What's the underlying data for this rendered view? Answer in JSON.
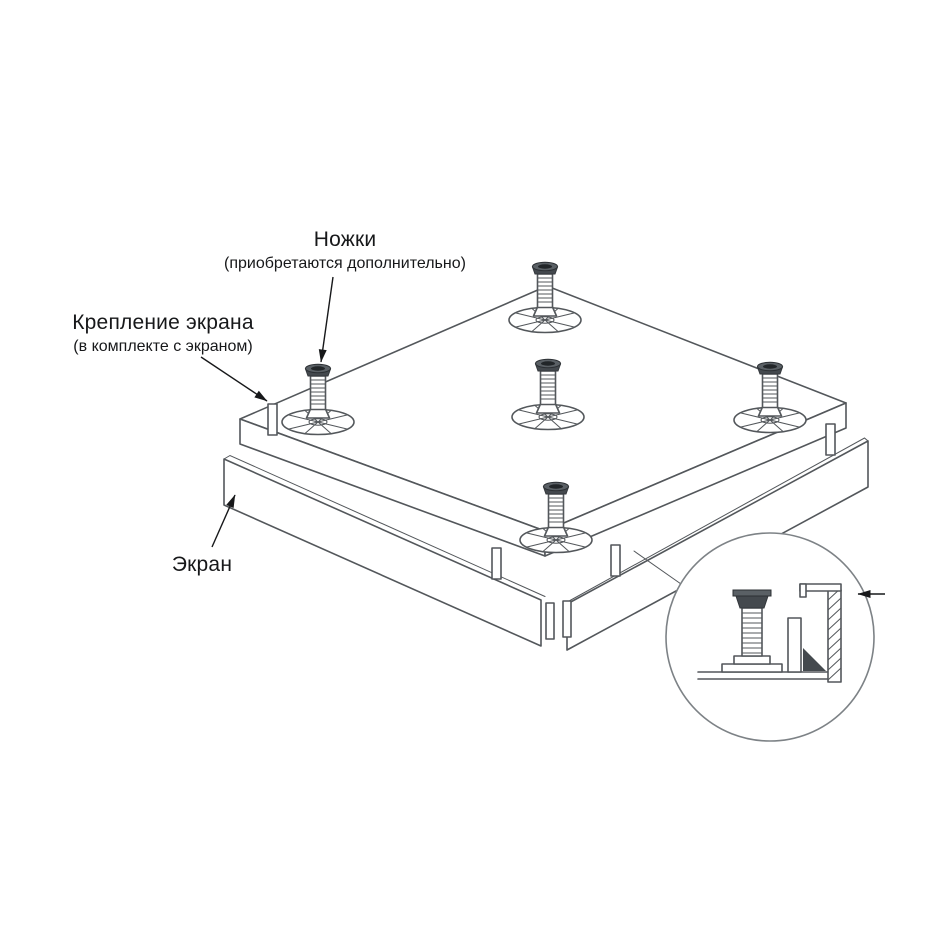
{
  "diagram": {
    "background": "#ffffff",
    "line_color": "#53575b",
    "dark_fill": "#44494e",
    "text_color": "#17181a",
    "subject": "installation-scheme-feet-and-screen"
  },
  "labels": {
    "feet": {
      "title": "Ножки",
      "subtitle": "(приобретаются дополнительно)"
    },
    "screen_mount": {
      "title": "Крепление экрана",
      "subtitle": "(в комплекте с экраном)"
    },
    "screen": {
      "title": "Экран"
    }
  }
}
